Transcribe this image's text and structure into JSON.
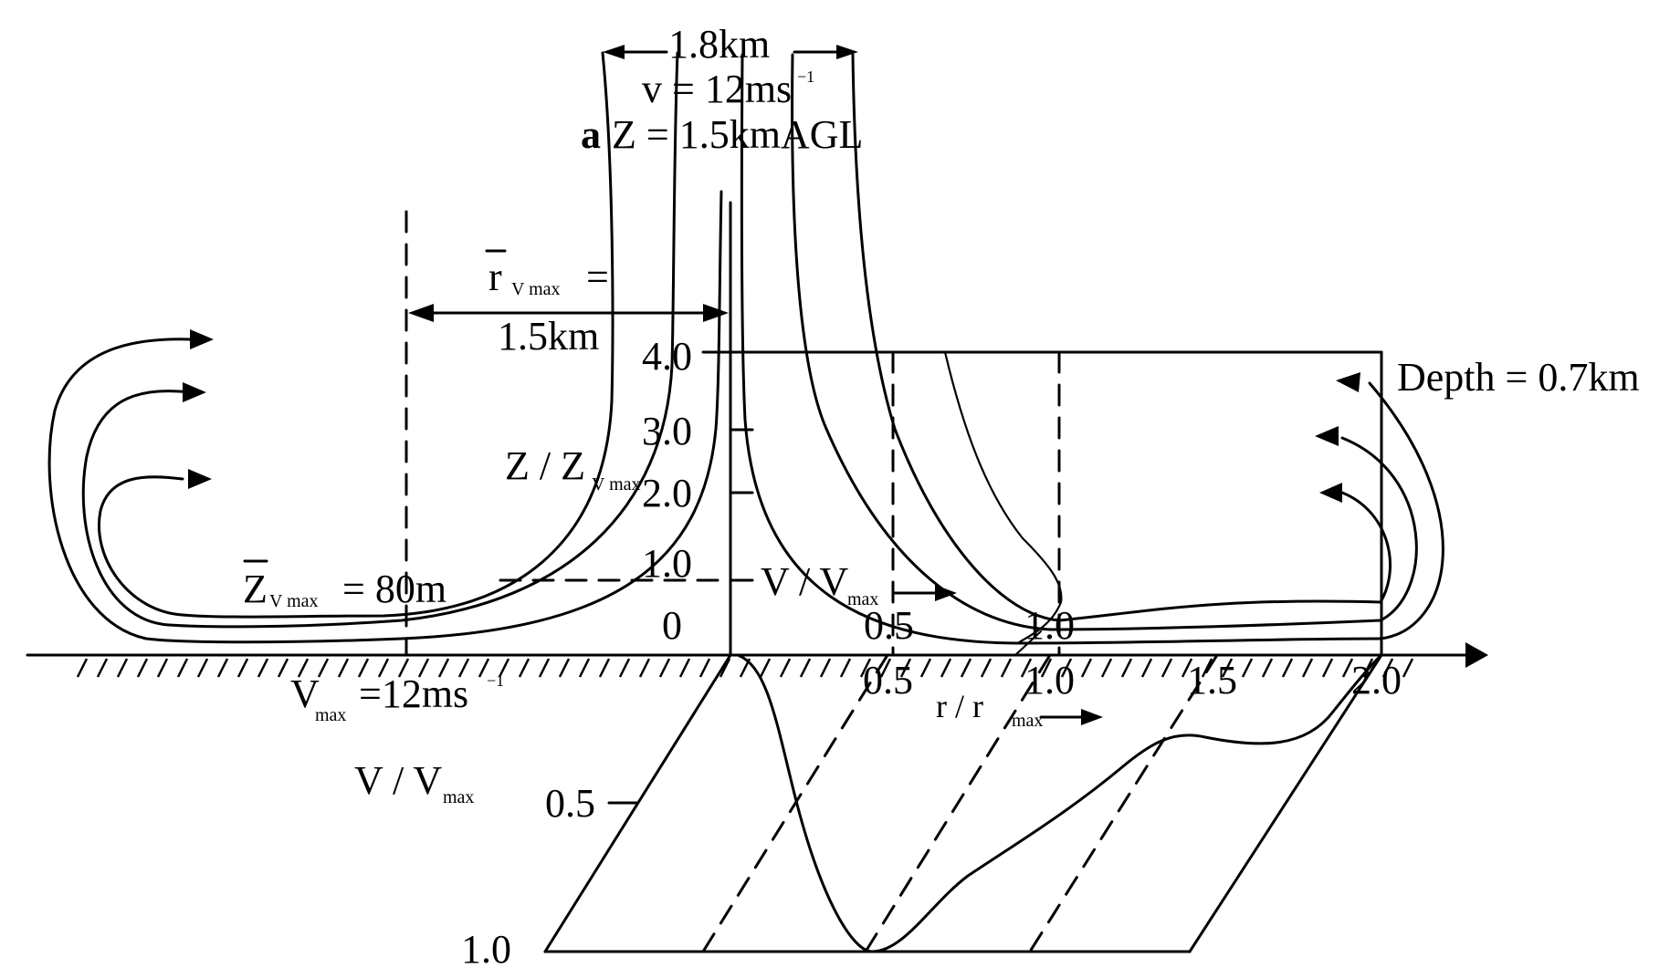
{
  "title_block": {
    "width_label": "1.8km",
    "velocity_prefix": "v = 12ms",
    "velocity_sup": "−1",
    "height_prefix": "a",
    "height_label": "Z = 1.5kmAGL"
  },
  "radius_label": {
    "symbol": "r",
    "subscript": "V max",
    "equals": "=",
    "value": "1.5km"
  },
  "depth_label": "Depth = 0.7km",
  "z_axis": {
    "label_main": "Z / Z",
    "label_sub": "V max",
    "ticks": [
      "0",
      "1.0",
      "2.0",
      "3.0",
      "4.0"
    ]
  },
  "zvmax_label": {
    "symbol": "Z",
    "subscript": "V max",
    "value": "= 80m"
  },
  "vmax_label": {
    "symbol": "V",
    "subscript": "max",
    "value": "=12ms",
    "sup": "−1"
  },
  "v_ratio_upper": {
    "main": "V / V",
    "sub": "max"
  },
  "v_ratio_lower": {
    "main": "V / V",
    "sub": "max",
    "ticks": [
      "0.5",
      "1.0"
    ]
  },
  "upper_r_ticks": [
    "0.5",
    "1.0"
  ],
  "r_axis": {
    "ticks": [
      "0.5",
      "1.0",
      "1.5",
      "2.0"
    ],
    "label_main": "r / r",
    "label_sub": "max"
  }
}
